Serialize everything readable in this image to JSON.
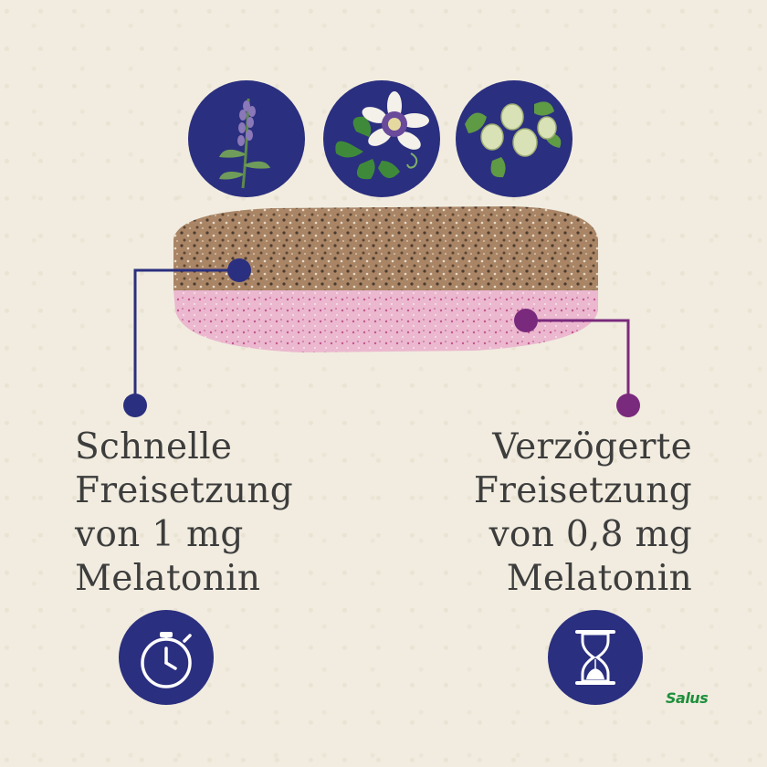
{
  "herbs": [
    {
      "name": "lavender-icon"
    },
    {
      "name": "passion-flower-icon"
    },
    {
      "name": "hops-icon"
    }
  ],
  "left_text": {
    "line1": "Schnelle",
    "line2": "Freisetzung",
    "line3": "von 1 mg",
    "line4": "Melatonin"
  },
  "right_text": {
    "line1": "Verzögerte",
    "line2": "Freisetzung",
    "line3": "von 0,8 mg",
    "line4": "Melatonin"
  },
  "icons": {
    "left": "stopwatch-icon",
    "right": "hourglass-icon"
  },
  "brand": {
    "logo": "Salus"
  },
  "colors": {
    "navy": "#2b2f7f",
    "purple": "#7a2a7c",
    "text": "#3d3d3d",
    "background": "#f1ecdf",
    "tablet_top": "#9c7a5a",
    "tablet_bottom": "#e3a6c3",
    "brand_green": "#1e8f3c"
  }
}
